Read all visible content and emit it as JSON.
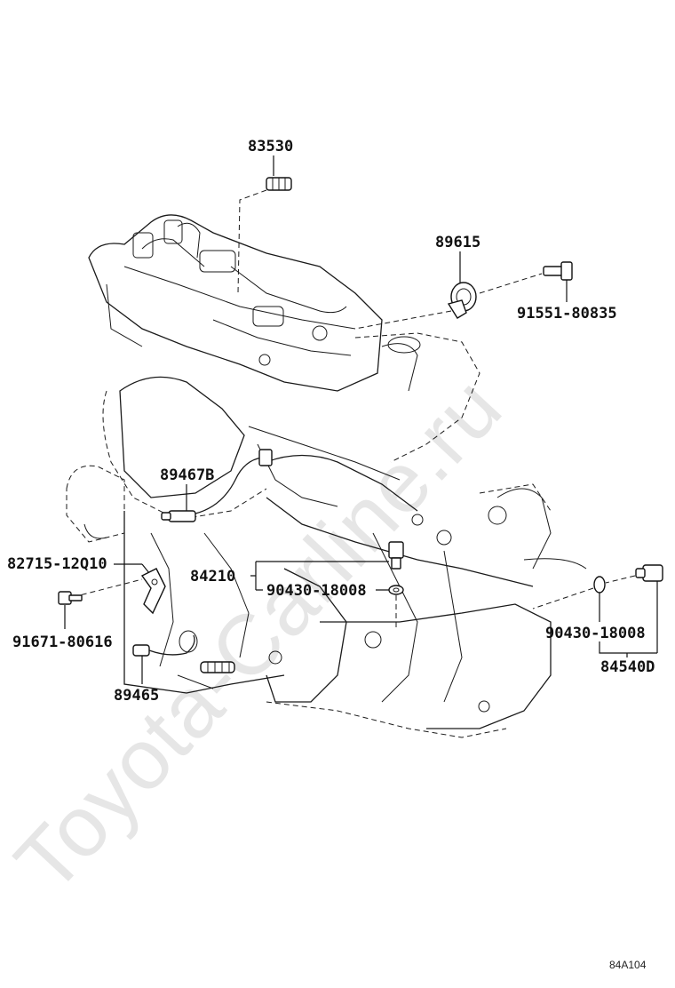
{
  "watermark": "Toyota-Carline.ru",
  "diagram_code": "84A104",
  "parts": {
    "p83530": "83530",
    "p89615": "89615",
    "p91551": "91551-80835",
    "p89467B": "89467B",
    "p82715": "82715-12Q10",
    "p84210": "84210",
    "p90430_left": "90430-18008",
    "p91671": "91671-80616",
    "p89465": "89465",
    "p90430_right": "90430-18008",
    "p84540D": "84540D"
  }
}
